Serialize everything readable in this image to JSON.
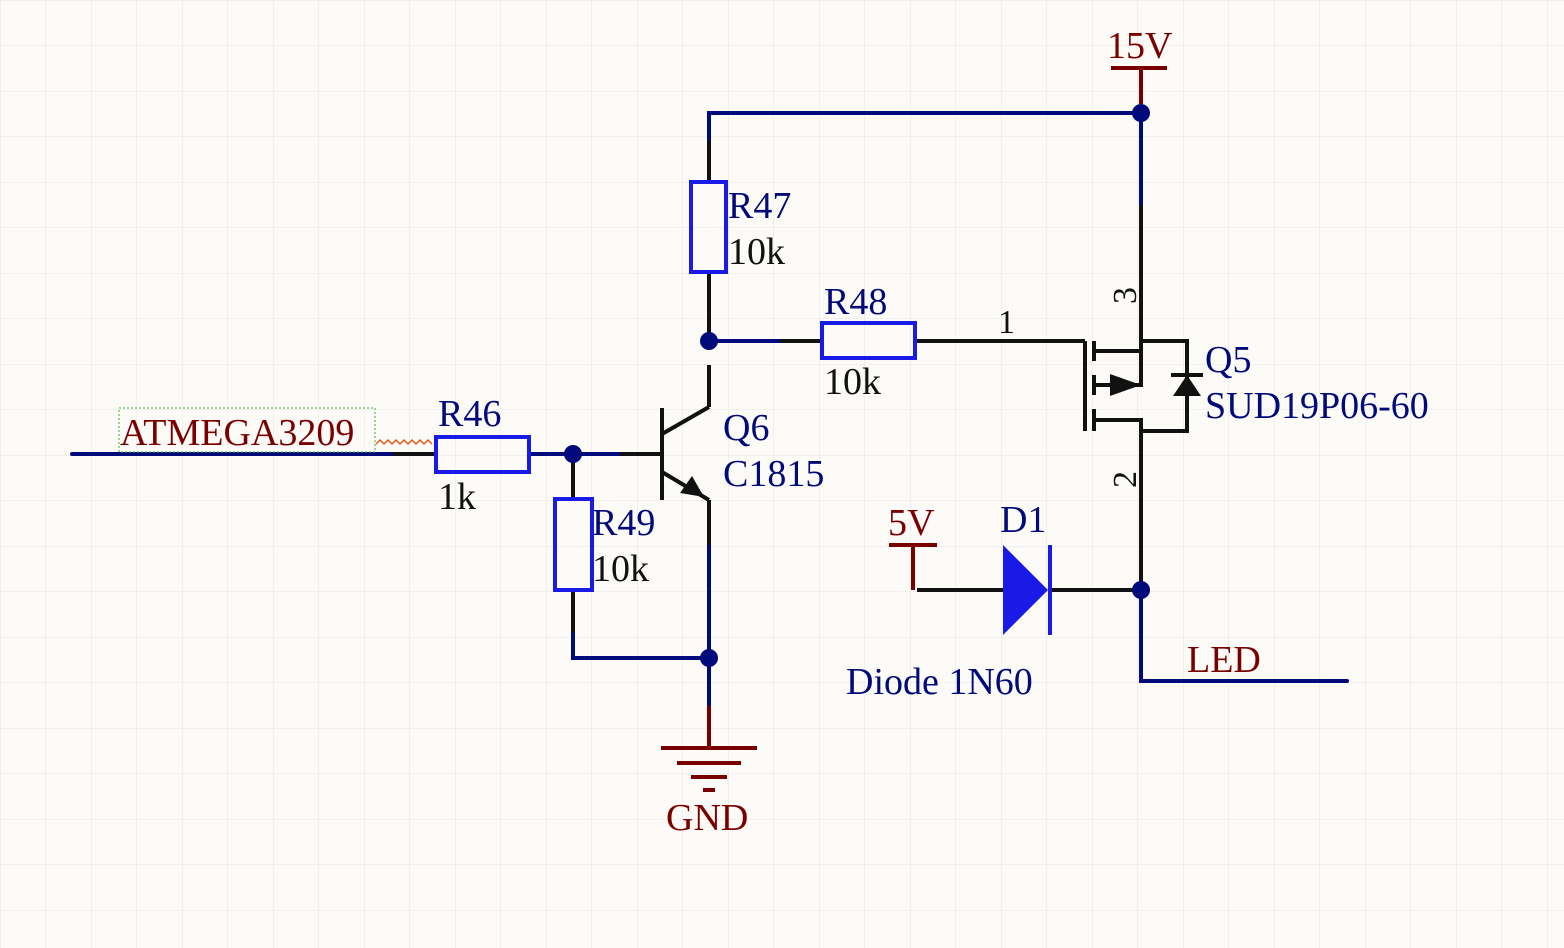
{
  "net_labels": {
    "input": "ATMEGA3209",
    "output": "LED"
  },
  "power": {
    "v15": "15V",
    "v5": "5V",
    "gnd": "GND"
  },
  "components": {
    "r46": {
      "ref": "R46",
      "value": "1k"
    },
    "r47": {
      "ref": "R47",
      "value": "10k"
    },
    "r48": {
      "ref": "R48",
      "value": "10k"
    },
    "r49": {
      "ref": "R49",
      "value": "10k"
    },
    "q6": {
      "ref": "Q6",
      "value": "C1815"
    },
    "q5": {
      "ref": "Q5",
      "value": "SUD19P06-60"
    },
    "d1": {
      "ref": "D1",
      "value": "Diode 1N60"
    }
  },
  "q5_pins": {
    "gate": "1",
    "drain": "2",
    "source": "3"
  },
  "colors": {
    "background": "#fcfbf7",
    "grid": "#e6e6e2",
    "wire": "#000a7a",
    "component": "#1a1ae6",
    "power": "#7a0000",
    "pin": "#111111"
  }
}
